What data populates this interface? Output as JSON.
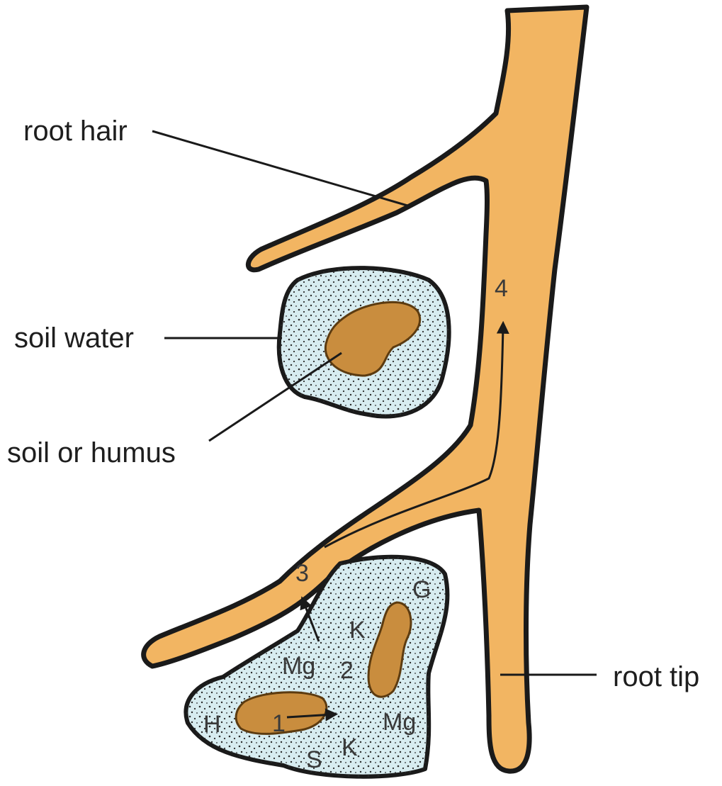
{
  "labels": {
    "root_hair": "root hair",
    "soil_water": "soil water",
    "soil_or_humus": "soil or humus",
    "root_tip": "root tip"
  },
  "steps": {
    "one": "1",
    "two": "2",
    "three": "3",
    "four": "4"
  },
  "ions": {
    "g": "G",
    "k_upper": "K",
    "mg_left": "Mg",
    "mg_right": "Mg",
    "h": "H",
    "s": "S",
    "k_lower": "K"
  },
  "colors": {
    "root": "#F2B562",
    "soil_water": "#D7ECF0",
    "humus": "#C98D3E",
    "outline": "#1a1a1a"
  }
}
